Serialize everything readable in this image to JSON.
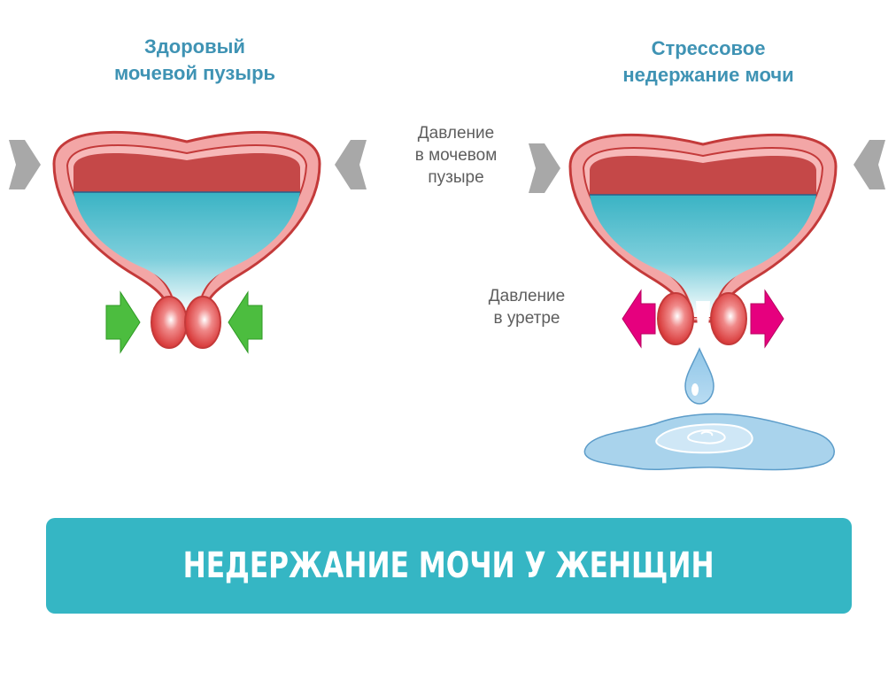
{
  "titles": {
    "healthy": "Здоровый\nмочевой пузырь",
    "stress": "Стрессовое\nнедержание мочи"
  },
  "labels": {
    "bladder_pressure": "Давление\nв мочевом\nпузыре",
    "urethra_pressure": "Давление\nв уретре"
  },
  "banner": {
    "text": "НЕДЕРЖАНИЕ МОЧИ У ЖЕНЩИН"
  },
  "colors": {
    "title": "#3f93b4",
    "banner": "#35b6c4",
    "bladder_wall": "#f3a6a6",
    "bladder_outline": "#c43a3a",
    "urine": "#3ab3c4",
    "pressure_arrow": "#a8a8a8",
    "closing_arrow": "#4cbd3f",
    "opening_arrow": "#e6007e",
    "puddle": "#a9d3ec"
  },
  "icons": {
    "pressure_arrow": "gray-chevron-arrow-icon",
    "closing_arrow": "green-arrow-icon",
    "opening_arrow": "magenta-arrow-icon"
  }
}
